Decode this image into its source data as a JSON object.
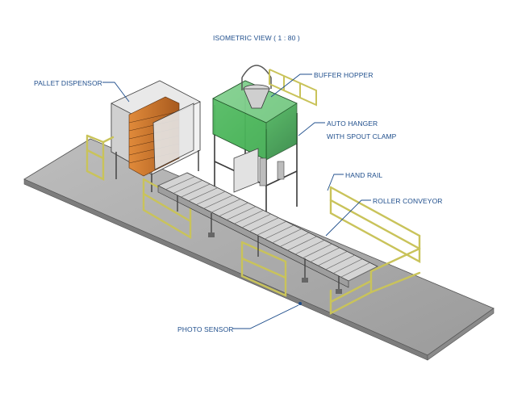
{
  "title": "ISOMETRIC VIEW ( 1 : 80 )",
  "labels": {
    "pallet_dispenser": "PALLET DISPENSOR",
    "buffer_hopper": "BUFFER HOPPER",
    "auto_hanger_line1": "AUTO HANGER",
    "auto_hanger_line2": "WITH SPOUT CLAMP",
    "hand_rail": "HAND RAIL",
    "roller_conveyor": "ROLLER CONVEYOR",
    "photo_sensor": "PHOTO SENSOR"
  },
  "colors": {
    "label_text": "#1f4e8c",
    "leader_line": "#1f4e8c",
    "floor_plate": "#a9a9a9",
    "hand_rail": "#c9c35a",
    "hopper_glass": "#3fae4f",
    "pallet_stack": "#c8742e",
    "frame_steel": "#d7d7d7",
    "roller": "#b8b8b8"
  }
}
